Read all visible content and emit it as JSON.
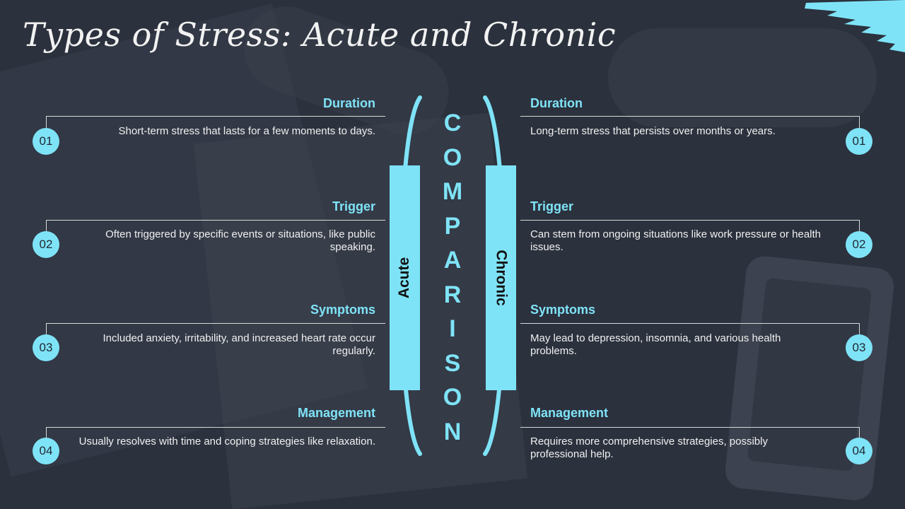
{
  "title": "Types of Stress: Acute and Chronic",
  "colors": {
    "accent": "#7fe3f7",
    "background": "#2b313d",
    "text": "#f0f0f0"
  },
  "center": {
    "word": [
      "C",
      "O",
      "M",
      "P",
      "A",
      "R",
      "I",
      "S",
      "O",
      "N"
    ],
    "left_bar": "Acute",
    "right_bar": "Chronic"
  },
  "acute": [
    {
      "number": "01",
      "heading": "Duration",
      "text": "Short-term stress that lasts for a few moments to days."
    },
    {
      "number": "02",
      "heading": "Trigger",
      "text": "Often triggered by specific events or situations, like public speaking."
    },
    {
      "number": "03",
      "heading": "Symptoms",
      "text": "Included anxiety, irritability, and increased heart rate occur regularly."
    },
    {
      "number": "04",
      "heading": "Management",
      "text": "Usually resolves with time and coping strategies like relaxation."
    }
  ],
  "chronic": [
    {
      "number": "01",
      "heading": "Duration",
      "text": "Long-term stress that persists over months or years."
    },
    {
      "number": "02",
      "heading": "Trigger",
      "text": "Can stem from ongoing situations like work pressure or health issues."
    },
    {
      "number": "03",
      "heading": "Symptoms",
      "text": "May lead to depression, insomnia, and various health problems."
    },
    {
      "number": "04",
      "heading": "Management",
      "text": "Requires more comprehensive strategies, possibly professional help."
    }
  ]
}
